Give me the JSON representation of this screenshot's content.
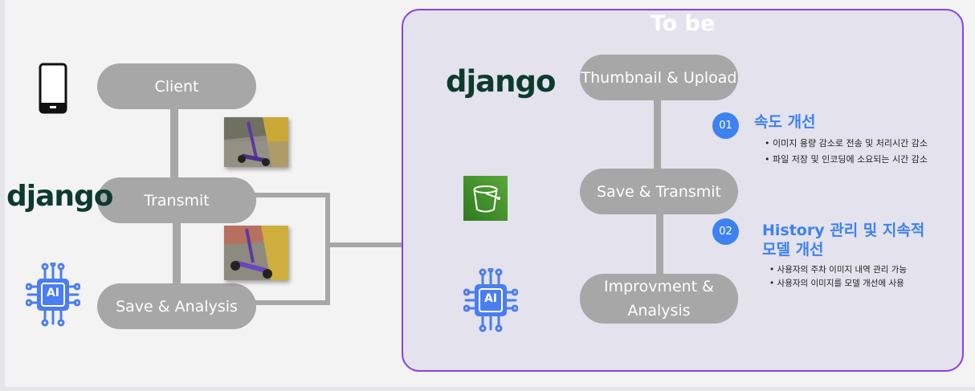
{
  "as_is": {
    "nodes": {
      "client": "Client",
      "transmit": "Transmit",
      "save_analysis": "Save & Analysis"
    },
    "django_logo": "django",
    "ai_logo": "AI"
  },
  "to_be": {
    "title": "To be",
    "django_logo": "django",
    "ai_logo": "AI",
    "nodes": {
      "thumbnail_upload": "Thumbnail & Upload",
      "save_transmit": "Save & Transmit",
      "improvement_line1": "Improvment &",
      "improvement_line2": "Analysis"
    },
    "points": [
      {
        "number": "01",
        "heading": "속도 개선",
        "bullets": [
          "이미지 용량 감소로 전송 및 처리시간 감소",
          "파일 저장 및 인코딩에 소요되는 시간 감소"
        ]
      },
      {
        "number": "02",
        "heading_line1": "History 관리 및 지속적",
        "heading_line2": "모델 개선",
        "bullets": [
          "사용자의 주차 이미지 내역 관리 가능",
          "사용자의 이미지를 모델 개선에 사용"
        ]
      }
    ]
  },
  "colors": {
    "node_fill": "#a7a7a7",
    "accent_blue": "#3d82f0",
    "panel_border": "#8a3ff0",
    "django_green": "#0c3b2e",
    "s3_green": "#3c8a2a"
  }
}
